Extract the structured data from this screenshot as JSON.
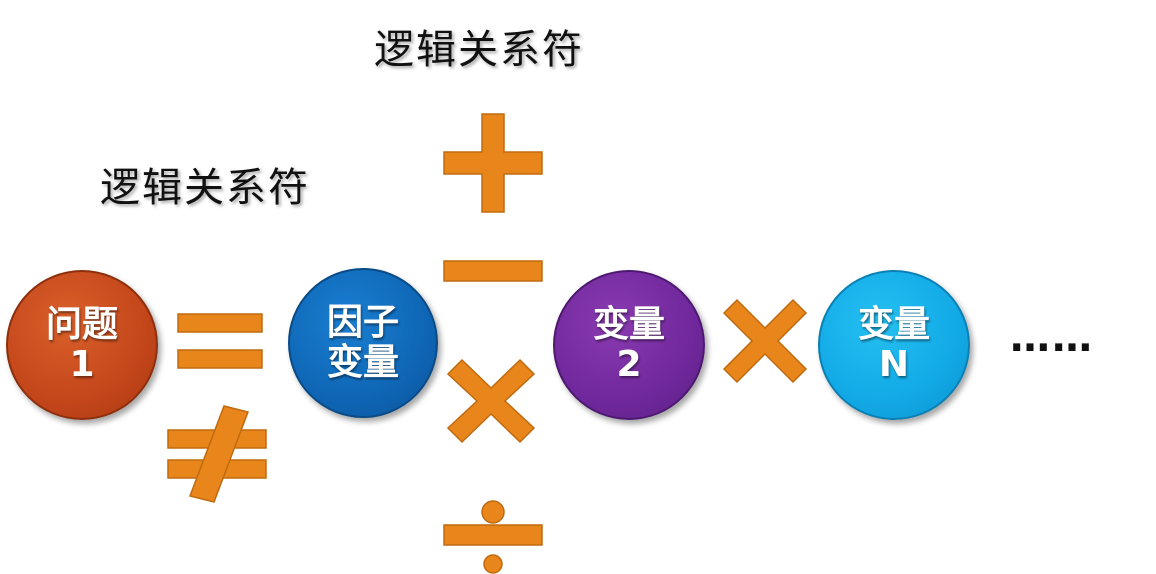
{
  "labels": {
    "top": "逻辑关系符",
    "left": "逻辑关系符"
  },
  "nodes": {
    "question": {
      "line1": "问题",
      "line2": "1"
    },
    "factor": {
      "line1": "因子",
      "line2": "变量"
    },
    "var2": {
      "line1": "变量",
      "line2": "2"
    },
    "varn": {
      "line1": "变量",
      "line2": "N"
    }
  },
  "ellipsis": "……",
  "operators": [
    "equals-icon",
    "not-equal-icon",
    "plus-icon",
    "minus-icon",
    "multiply-icon",
    "divide-icon",
    "multiply-icon"
  ],
  "colors": {
    "operator": "#e8861c",
    "operator_stroke": "#c06a0e",
    "question": "#c4461b",
    "factor": "#0f66b5",
    "var2": "#70289c",
    "varn": "#12a9e6"
  }
}
